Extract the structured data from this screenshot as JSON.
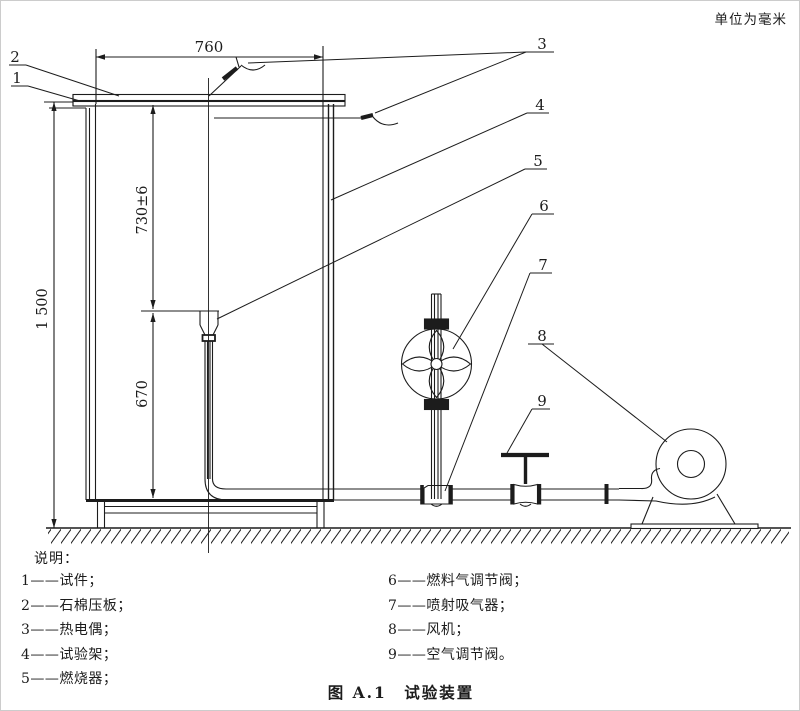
{
  "units_note": "单位为毫米",
  "dimensions": {
    "top_width": "760",
    "total_height": "1 500",
    "upper_height": "730±6",
    "lower_height": "670"
  },
  "callouts": [
    "1",
    "2",
    "3",
    "4",
    "5",
    "6",
    "7",
    "8",
    "9"
  ],
  "legend": {
    "heading": "说明：",
    "left_items": [
      "1——试件；",
      "2——石棉压板；",
      "3——热电偶；",
      "4——试验架；",
      "5——燃烧器；"
    ],
    "right_items": [
      "6——燃料气调节阀；",
      "7——喷射吸气器；",
      "8——风机；",
      "9——空气调节阀。"
    ]
  },
  "caption": "图 A.1　试验装置",
  "colors": {
    "line": "#1c1c1c",
    "background": "#ffffff"
  }
}
